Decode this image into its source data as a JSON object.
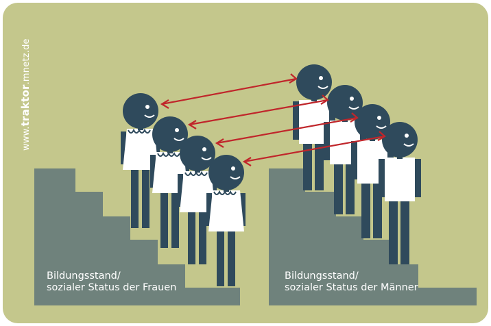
{
  "watermark": {
    "prefix": "www.",
    "brand": "traktor",
    "suffix": ".mnetz.de"
  },
  "labels": {
    "women_line1": "Bildungsstand/",
    "women_line2": "sozialer Status der Frauen",
    "men_line1": "Bildungsstand/",
    "men_line2": "sozialer Status der Männer"
  },
  "colors": {
    "background": "#c4c78c",
    "stairs": "#6f827c",
    "figure": "#2f4a5c",
    "clothing": "#ffffff",
    "arrow": "#c0262b"
  }
}
